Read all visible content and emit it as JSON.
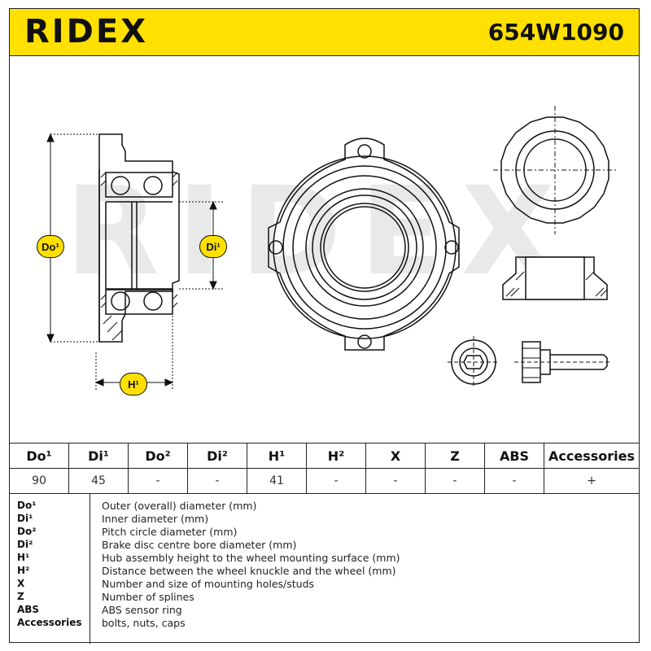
{
  "header": {
    "brand": "RIDEX",
    "part_number": "654W1090"
  },
  "drawing": {
    "watermark": "RIDEX",
    "labels": {
      "do": "Do¹",
      "di": "Di¹",
      "h": "H¹"
    }
  },
  "table": {
    "headers": [
      "Do¹",
      "Di¹",
      "Do²",
      "Di²",
      "H¹",
      "H²",
      "X",
      "Z",
      "ABS",
      "Accessories"
    ],
    "values": [
      "90",
      "45",
      "-",
      "-",
      "41",
      "-",
      "-",
      "-",
      "-",
      "+"
    ]
  },
  "legend": [
    {
      "abbr": "Do¹",
      "desc": "Outer (overall) diameter (mm)"
    },
    {
      "abbr": "Di¹",
      "desc": "Inner diameter (mm)"
    },
    {
      "abbr": "Do²",
      "desc": "Pitch circle diameter (mm)"
    },
    {
      "abbr": "Di²",
      "desc": "Brake disc centre bore diameter (mm)"
    },
    {
      "abbr": "H¹",
      "desc": "Hub assembly height to the wheel mounting surface (mm)"
    },
    {
      "abbr": "H²",
      "desc": "Distance between the wheel knuckle and the wheel (mm)"
    },
    {
      "abbr": "X",
      "desc": "Number and size of mounting holes/studs"
    },
    {
      "abbr": "Z",
      "desc": "Number of splines"
    },
    {
      "abbr": "ABS",
      "desc": "ABS sensor ring"
    },
    {
      "abbr": "Accessories",
      "desc": "bolts, nuts, caps"
    }
  ]
}
